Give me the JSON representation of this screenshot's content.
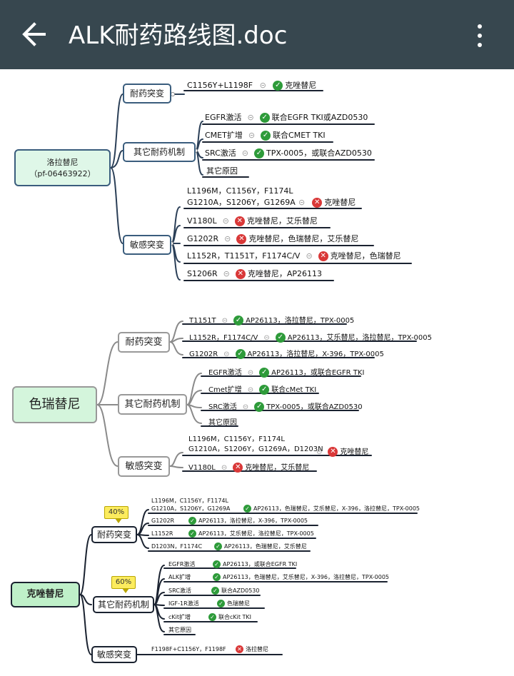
{
  "app": {
    "title": "ALK耐药路线图.doc"
  },
  "icons": {
    "back": "arrow-left-icon",
    "menu": "more-vert-icon",
    "ok": "check-circle-icon",
    "no": "x-circle-icon"
  },
  "colors": {
    "appbar": "#37474F",
    "root_fill": "#dff7e8",
    "ok": "#2e9b3a",
    "no": "#d93838",
    "callout": "#fcec5e"
  },
  "lorlatinib": {
    "root": "洛拉替尼\n（pf-06463922）",
    "b1": "耐药突变",
    "b1_item": "C1156Y+L1198F",
    "b1_drug": "克唑替尼",
    "b2": "其它耐药机制",
    "b2_items": [
      {
        "k": "EGFR激活",
        "d": "联合EGFR TKI或AZD0530"
      },
      {
        "k": "CMET扩增",
        "d": "联合CMET TKI"
      },
      {
        "k": "SRC激活",
        "d": "TPX-0005，或联合AZD0530"
      },
      {
        "k": "其它原因",
        "d": ""
      }
    ],
    "b3": "敏感突变",
    "b3_first": "L1196M，C1156Y，F1174L\nG1210A，S1206Y，G1269A",
    "b3_first_drug": "克唑替尼",
    "b3_items": [
      {
        "k": "V1180L",
        "d": "克唑替尼，艾乐替尼"
      },
      {
        "k": "G1202R",
        "d": "克唑替尼，色瑞替尼，艾乐替尼"
      },
      {
        "k": "L1152R，T1151T，F1174C/V",
        "d": "克唑替尼，色瑞替尼"
      },
      {
        "k": "S1206R",
        "d": "克唑替尼，AP26113"
      }
    ]
  },
  "ceritinib": {
    "root": "色瑞替尼",
    "b1": "耐药突变",
    "b1_items": [
      {
        "k": "T1151T",
        "d": "AP26113，洛拉替尼，TPX-0005"
      },
      {
        "k": "L1152R，F1174C/V",
        "d": "AP26113，艾乐替尼，洛拉替尼，TPX-0005"
      },
      {
        "k": "G1202R",
        "d": "AP26113，洛拉替尼，X-396，TPX-0005"
      }
    ],
    "b2": "其它耐药机制",
    "b2_items": [
      {
        "k": "EGFR激活",
        "d": "AP26113，或联合EGFR TKI"
      },
      {
        "k": "Cmet扩增",
        "d": "联合cMet TKI"
      },
      {
        "k": "SRC激活",
        "d": "TPX-0005，或联合AZD0530"
      },
      {
        "k": "其它原因",
        "d": ""
      }
    ],
    "b3": "敏感突变",
    "b3_first": "L1196M，C1156Y，F1174L\nG1210A，S1206Y，G1269A，D1203N",
    "b3_first_drug": "克唑替尼",
    "b3_item": {
      "k": "V1180L",
      "d": "克唑替尼，艾乐替尼"
    }
  },
  "crizotinib": {
    "root": "克唑替尼",
    "b1": "耐药突变",
    "b1_pct": "40%",
    "b1_first": "L1196M，C1156Y，F1174L\nG1210A，S1206Y，G1269A",
    "b1_first_drug": "AP26113，色瑞替尼，艾乐替尼，X-396，洛拉替尼，TPX-0005",
    "b1_items": [
      {
        "k": "G1202R",
        "d": "AP26113，洛拉替尼，X-396，TPX-0005"
      },
      {
        "k": "L1152R",
        "d": "AP26113，艾乐替尼，洛拉替尼，TPX-0005"
      },
      {
        "k": "D1203N，F1174C",
        "d": "AP26113，色瑞替尼，艾乐替尼"
      }
    ],
    "b2": "其它耐药机制",
    "b2_pct": "60%",
    "b2_items": [
      {
        "k": "EGFR激活",
        "d": "AP26113，或联合EGFR TKI"
      },
      {
        "k": "ALK扩增",
        "d": "AP26113，色瑞替尼，艾乐替尼，X-396，洛拉替尼，TPX-0005"
      },
      {
        "k": "SRC激活",
        "d": "联合AZD0530"
      },
      {
        "k": "IGF-1R激活",
        "d": "色瑞替尼"
      },
      {
        "k": "cKit扩增",
        "d": "联合cKit TKI"
      },
      {
        "k": "其它原因",
        "d": ""
      }
    ],
    "b3": "敏感突变",
    "b3_item": "F1198F+C1156Y，F1198F",
    "b3_drug": "洛拉替尼"
  }
}
